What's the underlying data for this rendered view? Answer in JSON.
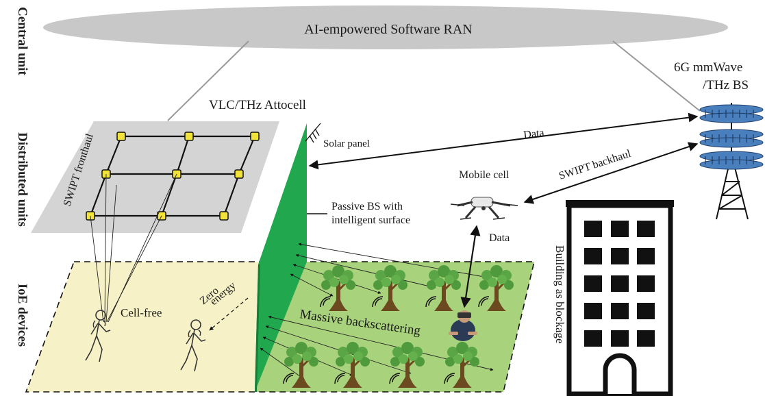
{
  "side_labels": {
    "central": "Central unit",
    "distributed": "Distributed units",
    "devices": "IoE devices"
  },
  "ran": "AI-empowered Software RAN",
  "attocell": "VLC/THz Attocell",
  "fronthaul": "SWIPT fronthaul",
  "bs": {
    "line1": "6G mmWave",
    "line2": "/THz BS"
  },
  "solar": "Solar panel",
  "passive": {
    "line1": "Passive BS with",
    "line2": "intelligent surface"
  },
  "data_top": "Data",
  "swipt_backhaul": "SWIPT backhaul",
  "mobile_cell": "Mobile cell",
  "data_drone": "Data",
  "zero_energy": {
    "line1": "Zero",
    "line2": "energy"
  },
  "cell_free": "Cell-free",
  "massive": "Massive backscattering",
  "building": "Building as blockage",
  "colors": {
    "ellipse": "#c8c8c8",
    "attocell_plane": "#d4d4d4",
    "node": "#f2e33b",
    "left_ground": "#f6f1c6",
    "right_ground": "#a8d27b",
    "wall": "#21a84e",
    "tree": "#5aa646",
    "trunk": "#6b4a1f"
  }
}
